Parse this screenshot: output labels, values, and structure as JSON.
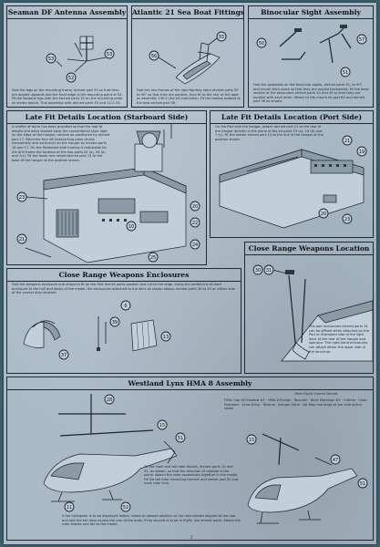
{
  "sections": {
    "seaman": {
      "title": "Seaman DF Antenna Assembly",
      "text": "Fold the legs on the mounting frame, etched part 53 so that they are angled upwards and the front edge is the mounting point of 53. Fit the forward legs with the etched parts 52 on the mounting plate as shown above. This assembly with etched parts 53 and 12-2 G3.",
      "parts": [
        "53",
        "53",
        "52"
      ]
    },
    "atlantic": {
      "title": "Atlantic 21 Sea Boat Fittings",
      "text": "Fold the two frames of the rigid fighting stern etched parts 55 to 90° so that they are parallel, then fit to the rear of the boat as assembly 130 in the kit instruction. Fit the towing eyebolt to the bow etched part 56.",
      "parts": [
        "56",
        "55"
      ]
    },
    "binocular": {
      "title": "Binocular Sight Assembly",
      "text": "Fold the pedestals on the binocular sights, etched parts 51, to 90°, and mount their place so that they are angled backwards. Fit the base section of the binoculars etched parts 40 and 45 so that they are parallel with each other. Attach to the mount kit part 64 and etched part 56 as shown.",
      "parts": [
        "50",
        "57",
        "51"
      ]
    },
    "late_starboard": {
      "title": "Late Fit Details Location (Starboard Side)",
      "text": "A shelter of dorm has been provided so that the late fit details and extra strakes have the conventional style light on the edge of the hangar, remove as positioned by etched part 17. Bend the four aft interlocking pairs (those horizontally and vertically) on the hangar by etched parts 16 and 17. On the Starboard side making it noticeable for the drill frame the location of the two parts 20 (a), 26 (b) and 7(c). Fit the lower and raised etched part 13 to the base of the hangar at the position shown.",
      "parts": [
        "23",
        "21",
        "10",
        "20",
        "22",
        "25",
        "24"
      ]
    },
    "late_port": {
      "title": "Late Fit Details Location (Port Side)",
      "text": "On the Port side the hangar, attach etched part 21 to the rear of the hangar directly in the plane of the kit parts 19 (a), 16 (b) and 7 (c). Fit the ladder etched part 13 to the hull of the hangar at the position shown.",
      "parts": [
        "21",
        "19",
        "20",
        "23"
      ]
    },
    "crw_left": {
      "title": "Close Range Weapons Enclosures",
      "text": "Fold the weapons enclosure and shape to fit on the first five kit parts position and cut to the edge. Using the profile line of each enclosure to the hull and decks of the model, the enclosures attached to the deck as shown above, etched parts 30 to 35 on either side of the correct ship location.",
      "parts": [
        "37",
        "39",
        "6",
        "13"
      ]
    },
    "crw_loc": {
      "title": "Close Range Weapons Location",
      "text": "The pair enclosures etched parts 31 can be affixed when attached on the Port or Starboard side of the light deck at the rear of the hangar and sponson. The right-hand enclosures can attach either the lower side of the structure.",
      "parts": [
        "30",
        "31"
      ]
    },
    "westland": {
      "title": "Westland Lynx HMA 8 Assembly",
      "text1": "Fit the main and tail rotor blades, etched parts 15 and 51, as shown, so that the direction of rotation is the same. Attach the rotor assemblies together in the model. Fit the tail rotor mounting bracket and sensor pod 52 and main rotor hub.",
      "text2": "If the helicopter is to be displayed folded, rotate to stowed position so the rotor blades aligned at the rear and fold the tail rotor across the rear of the body. If the aircraft is to be in flight, use etched parts. Attach the rotor blades and tail to the model.",
      "notes_title": "Main Flight Control Decals",
      "notes": "FINS: Cap 05 Shadow #1 · HMA 8 Ensign · Roundel · Deck Markings #2 · Outline · Code Numbers · Crew Entry · Rescue · Danger Zone · No Step markings as per instruction sheet",
      "parts": [
        "28",
        "15",
        "51",
        "11",
        "52",
        "15",
        "47",
        "51"
      ]
    }
  },
  "page_number": "2"
}
